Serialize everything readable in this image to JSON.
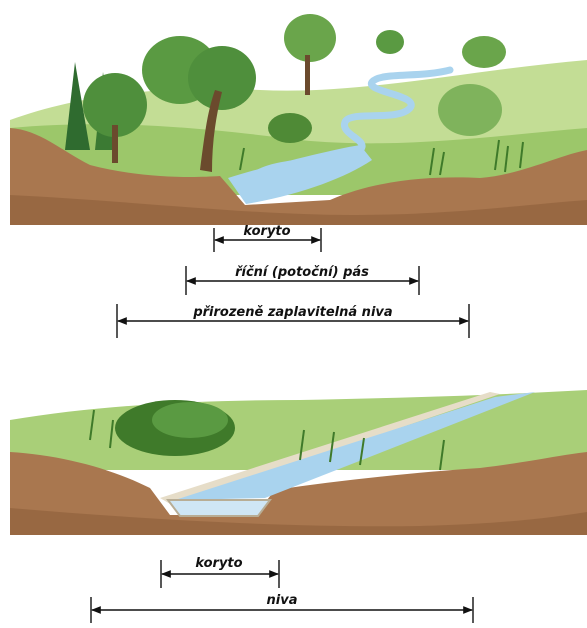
{
  "top_panel": {
    "labels": {
      "channel": "koryto",
      "river_belt": "říční (potoční) pás",
      "floodplain": "přirozeně zaplavitelná niva"
    }
  },
  "bottom_panel": {
    "labels": {
      "channel": "koryto",
      "floodplain": "niva"
    }
  },
  "colors": {
    "soil": "#a9774f",
    "soil_dark": "#7a4f2f",
    "grass": "#9cc76a",
    "grass_dark": "#4f8a36",
    "water": "#a9d3ee",
    "tree_foliage": "#4f8f3c",
    "tree_trunk": "#6b4a2d",
    "concrete": "#e6ddc8"
  }
}
